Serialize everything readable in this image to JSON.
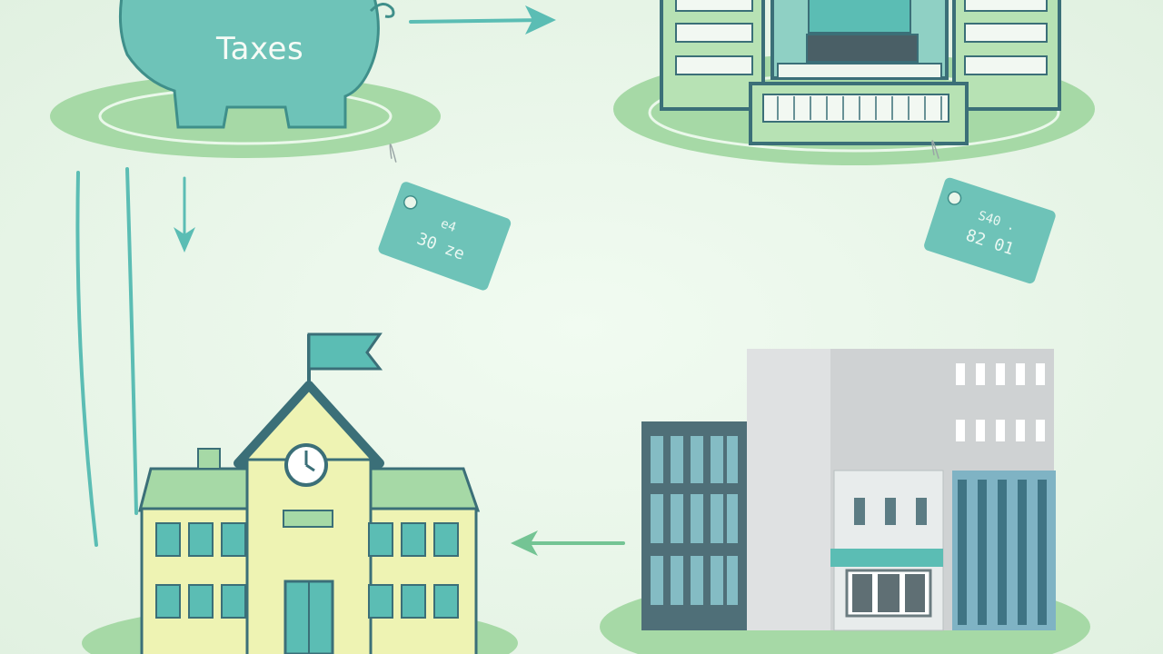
{
  "piggy_bank": {
    "label": "Taxes"
  },
  "price_tags": [
    {
      "line1": "e4",
      "line2": "30 ze"
    },
    {
      "line1": "S40 ."
    },
    {
      "line2": "82 01"
    }
  ],
  "colors": {
    "background": "#eaf6ea",
    "teal": "#5bbdb4",
    "teal_dark": "#3f7f86",
    "grass": "#9fd6a4",
    "grass_light": "#c3e8c3",
    "school_wall": "#eef3b3",
    "outline": "#3b6f78"
  }
}
